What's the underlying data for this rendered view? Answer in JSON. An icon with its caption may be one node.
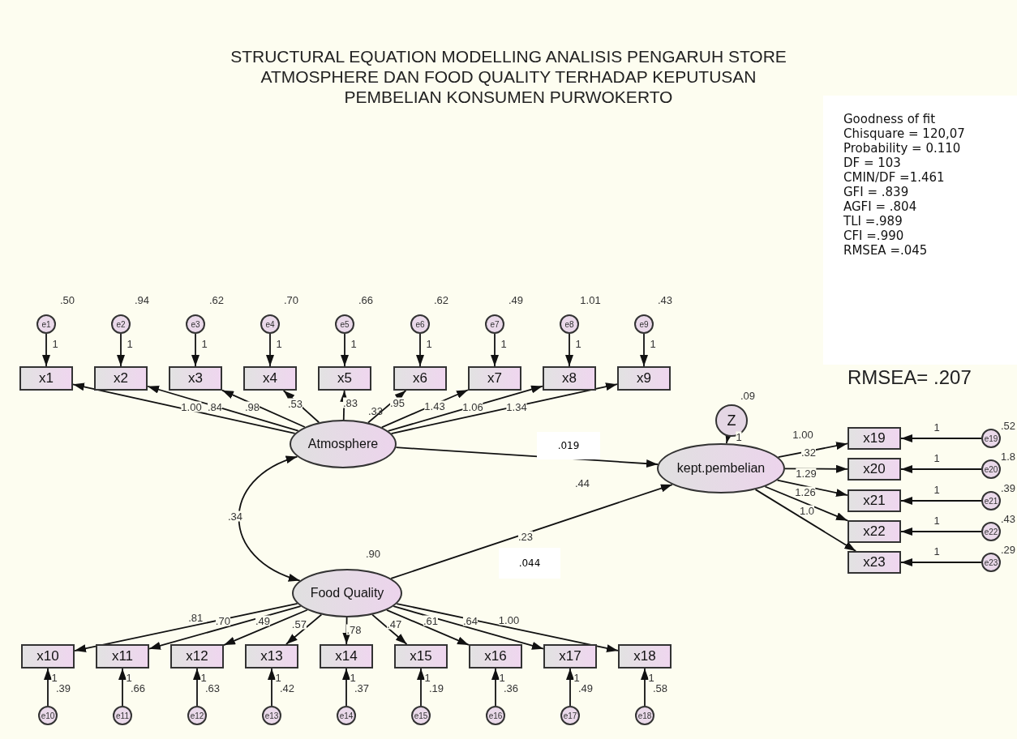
{
  "diagram": {
    "title": "STRUCTURAL EQUATION MODELLING ANALISIS PENGARUH STORE ATMOSPHERE DAN FOOD QUALITY TERHADAP KEPUTUSAN PEMBELIAN KONSUMEN PURWOKERTO",
    "nodes": [
      {
        "text": [
          "e1"
        ],
        "beside": [
          ".50"
        ]
      },
      {
        "text": [
          "e2"
        ],
        "beside": [
          ".94"
        ]
      },
      {
        "text": [
          "e3"
        ],
        "beside": [
          ".62"
        ]
      },
      {
        "text": [
          "e4"
        ],
        "beside": [
          ".70"
        ]
      },
      {
        "text": [
          "e5"
        ],
        "beside": [
          ".66"
        ]
      },
      {
        "text": [
          "e6"
        ],
        "beside": [
          ".62"
        ]
      },
      {
        "text": [
          "e7"
        ],
        "beside": [
          ".49"
        ]
      },
      {
        "text": [
          "e8"
        ],
        "beside": [
          "1.01"
        ]
      },
      {
        "text": [
          "e9"
        ],
        "beside": [
          ".43"
        ]
      },
      {
        "text": [
          "x1"
        ]
      },
      {
        "text": [
          "x2"
        ]
      },
      {
        "text": [
          "x3"
        ]
      },
      {
        "text": [
          "x4"
        ]
      },
      {
        "text": [
          "x5"
        ]
      },
      {
        "text": [
          "x6"
        ]
      },
      {
        "text": [
          "x7"
        ]
      },
      {
        "text": [
          "x8"
        ]
      },
      {
        "text": [
          "x9"
        ]
      },
      {
        "text": [
          "Atmosphere"
        ],
        "beside": [
          ".33"
        ]
      },
      {
        "text": [
          "Food Quality"
        ],
        "beside": [
          ".90"
        ]
      },
      {
        "text": [
          "kept.pembelian"
        ]
      },
      {
        "text": [
          "Z"
        ],
        "beside": [
          ".09"
        ]
      },
      {
        "text": [
          "x10"
        ]
      },
      {
        "text": [
          "x11"
        ]
      },
      {
        "text": [
          "x12"
        ]
      },
      {
        "text": [
          "x13"
        ]
      },
      {
        "text": [
          "x14"
        ]
      },
      {
        "text": [
          "x15"
        ]
      },
      {
        "text": [
          "x16"
        ]
      },
      {
        "text": [
          "x17"
        ]
      },
      {
        "text": [
          "x18"
        ]
      },
      {
        "text": [
          "e10"
        ],
        "beside": [
          ".39"
        ]
      },
      {
        "text": [
          "e11"
        ],
        "beside": [
          ".66"
        ]
      },
      {
        "text": [
          "e12"
        ],
        "beside": [
          ".63"
        ]
      },
      {
        "text": [
          "e13"
        ],
        "beside": [
          ".42"
        ]
      },
      {
        "text": [
          "e14"
        ],
        "beside": [
          ".37"
        ]
      },
      {
        "text": [
          "e15"
        ],
        "beside": [
          ".19"
        ]
      },
      {
        "text": [
          "e16"
        ],
        "beside": [
          ".36"
        ]
      },
      {
        "text": [
          "e17"
        ],
        "beside": [
          ".49"
        ]
      },
      {
        "text": [
          "e18"
        ],
        "beside": [
          ".58"
        ]
      },
      {
        "text": [
          "x19"
        ]
      },
      {
        "text": [
          "x20"
        ]
      },
      {
        "text": [
          "x21"
        ]
      },
      {
        "text": [
          "x22"
        ]
      },
      {
        "text": [
          "x23"
        ]
      },
      {
        "text": [
          "e19"
        ],
        "beside": [
          ".52"
        ]
      },
      {
        "text": [
          "e20"
        ],
        "beside": [
          "1.8"
        ]
      },
      {
        "text": [
          "e21"
        ],
        "beside": [
          ".39"
        ]
      },
      {
        "text": [
          "e22"
        ],
        "beside": [
          ".43"
        ]
      },
      {
        "text": [
          "e23"
        ],
        "beside": [
          ".29"
        ]
      },
      {
        "text": [
          "Goodness of fit",
          "Chisquare = 120,07",
          "Probability = 0.110",
          "DF = 103",
          "CMIN/DF =1.461",
          "GFI = .839",
          "AGFI = .804",
          "TLI =.989",
          "CFI =.990",
          "RMSEA =.045"
        ]
      }
    ],
    "edges": [
      {
        "from": 0,
        "to": 9,
        "arrow": "to",
        "label": "1"
      },
      {
        "from": 1,
        "to": 10,
        "arrow": "to",
        "label": "1"
      },
      {
        "from": 2,
        "to": 11,
        "arrow": "to",
        "label": "1"
      },
      {
        "from": 3,
        "to": 12,
        "arrow": "to",
        "label": "1"
      },
      {
        "from": 4,
        "to": 13,
        "arrow": "to",
        "label": "1"
      },
      {
        "from": 5,
        "to": 14,
        "arrow": "to",
        "label": "1"
      },
      {
        "from": 6,
        "to": 15,
        "arrow": "to",
        "label": "1"
      },
      {
        "from": 7,
        "to": 16,
        "arrow": "to",
        "label": "1"
      },
      {
        "from": 8,
        "to": 17,
        "arrow": "to",
        "label": "1"
      },
      {
        "from": 18,
        "to": 9,
        "arrow": "to",
        "label": "1.00"
      },
      {
        "from": 18,
        "to": 10,
        "arrow": "to",
        "label": ".84"
      },
      {
        "from": 18,
        "to": 11,
        "arrow": "to",
        "label": ".98"
      },
      {
        "from": 18,
        "to": 12,
        "arrow": "to",
        "label": ".53"
      },
      {
        "from": 18,
        "to": 13,
        "arrow": "to",
        "label": ".83"
      },
      {
        "from": 18,
        "to": 14,
        "arrow": "to",
        "label": ".95"
      },
      {
        "from": 18,
        "to": 15,
        "arrow": "to",
        "label": "1.43"
      },
      {
        "from": 18,
        "to": 16,
        "arrow": "to",
        "label": "1.06"
      },
      {
        "from": 18,
        "to": 17,
        "arrow": "to",
        "label": "1.34"
      },
      {
        "from": 18,
        "to": 19,
        "arrow": "both",
        "label": ".34"
      },
      {
        "from": 18,
        "to": 20,
        "arrow": "to",
        "label": ".44"
      },
      {
        "from": 19,
        "to": 20,
        "arrow": "to",
        "label": ".23"
      },
      {
        "from": 21,
        "to": 20,
        "arrow": "to",
        "label": "1"
      },
      {
        "from": 19,
        "to": 22,
        "arrow": "to",
        "label": ".81"
      },
      {
        "from": 19,
        "to": 23,
        "arrow": "to",
        "label": ".70"
      },
      {
        "from": 19,
        "to": 24,
        "arrow": "to",
        "label": ".49"
      },
      {
        "from": 19,
        "to": 25,
        "arrow": "to",
        "label": ".57"
      },
      {
        "from": 19,
        "to": 26,
        "arrow": "to",
        "label": ".78"
      },
      {
        "from": 19,
        "to": 27,
        "arrow": "to",
        "label": ".47"
      },
      {
        "from": 19,
        "to": 28,
        "arrow": "to",
        "label": ".61"
      },
      {
        "from": 19,
        "to": 29,
        "arrow": "to",
        "label": ".64"
      },
      {
        "from": 19,
        "to": 30,
        "arrow": "to",
        "label": "1.00"
      },
      {
        "from": 31,
        "to": 22,
        "arrow": "to",
        "label": "1"
      },
      {
        "from": 32,
        "to": 23,
        "arrow": "to",
        "label": "1"
      },
      {
        "from": 33,
        "to": 24,
        "arrow": "to",
        "label": "1"
      },
      {
        "from": 34,
        "to": 25,
        "arrow": "to",
        "label": "1"
      },
      {
        "from": 35,
        "to": 26,
        "arrow": "to",
        "label": "1"
      },
      {
        "from": 36,
        "to": 27,
        "arrow": "to",
        "label": "1"
      },
      {
        "from": 37,
        "to": 28,
        "arrow": "to",
        "label": "1"
      },
      {
        "from": 38,
        "to": 29,
        "arrow": "to",
        "label": "1"
      },
      {
        "from": 39,
        "to": 30,
        "arrow": "to",
        "label": "1"
      },
      {
        "from": 20,
        "to": 40,
        "arrow": "to",
        "label": "1.00"
      },
      {
        "from": 20,
        "to": 41,
        "arrow": "to",
        "label": ".32"
      },
      {
        "from": 20,
        "to": 42,
        "arrow": "to",
        "label": "1.29"
      },
      {
        "from": 20,
        "to": 43,
        "arrow": "to",
        "label": "1.26"
      },
      {
        "from": 20,
        "to": 44,
        "arrow": "to",
        "label": "1.0"
      },
      {
        "from": 45,
        "to": 40,
        "arrow": "to",
        "label": "1"
      },
      {
        "from": 46,
        "to": 41,
        "arrow": "to",
        "label": "1"
      },
      {
        "from": 47,
        "to": 42,
        "arrow": "to",
        "label": "1"
      },
      {
        "from": 48,
        "to": 43,
        "arrow": "to",
        "label": "1"
      },
      {
        "from": 49,
        "to": 44,
        "arrow": "to",
        "label": "1"
      }
    ],
    "labels": [
      ".019",
      ".044",
      "RMSEA= .207"
    ]
  }
}
